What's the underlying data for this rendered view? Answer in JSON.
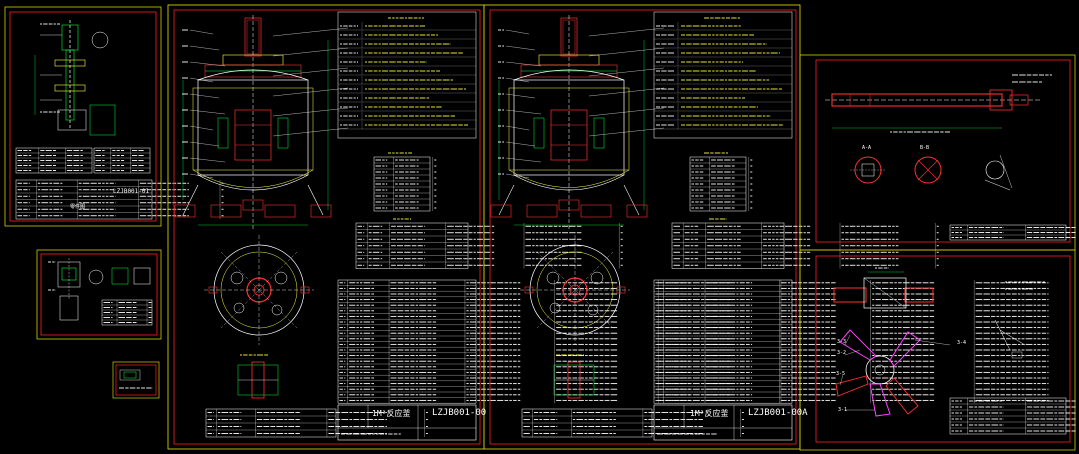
{
  "drawings": [
    {
      "id": "sheet-small-top-left",
      "code": "LZJB001-01",
      "title": "零件图"
    },
    {
      "id": "sheet-main-1",
      "code": "LZJB001-00",
      "title": "1M³反应釜"
    },
    {
      "id": "sheet-main-2",
      "code": "LZJB001-00A",
      "title": "1M³反应釜"
    },
    {
      "id": "sheet-right-top",
      "code": "",
      "title": ""
    },
    {
      "id": "sheet-right-bottom",
      "code": "",
      "title": ""
    }
  ],
  "section_labels": {
    "a_a": "A-A",
    "b_b": "B-B",
    "part_1": "3-1",
    "part_2": "3-2",
    "part_3": "3-3",
    "part_4": "3-4",
    "part_5": "3-5"
  },
  "colors": {
    "background": "#000000",
    "frame": "#cfcf00",
    "border": "#ff2020",
    "line": "#ffffff",
    "part": "#ff3030",
    "dim": "#00ff40",
    "text": "#ffffff",
    "yellow": "#ffff40",
    "cyan": "#00e0e0",
    "magenta": "#ff40ff"
  }
}
